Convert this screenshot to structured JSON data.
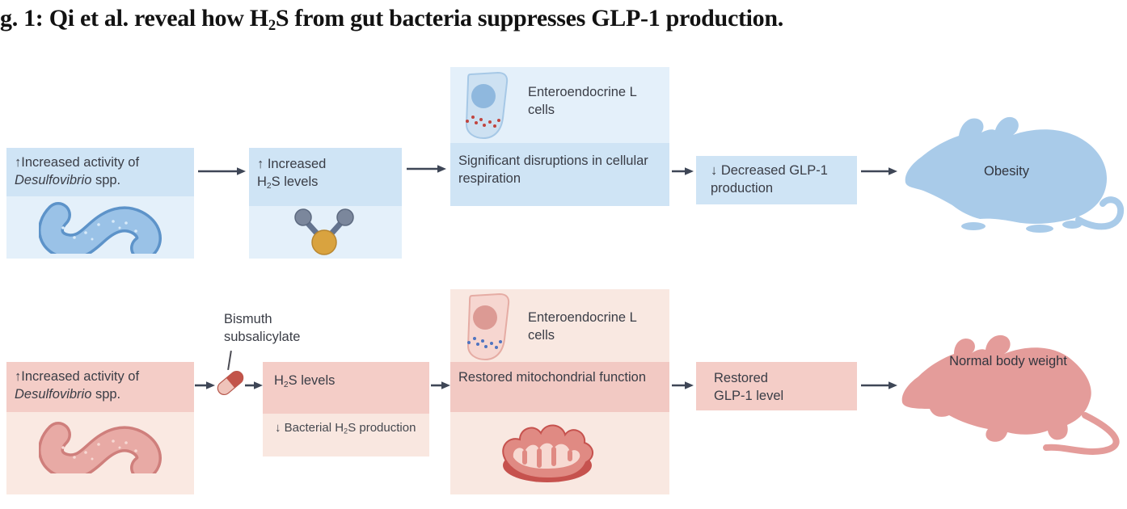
{
  "figure": {
    "title": {
      "pre": "g. 1: Qi et al. reveal how H",
      "sub": "2",
      "post": "S from gut bacteria suppresses GLP-1 production."
    }
  },
  "top_pathway": {
    "theme": "blue",
    "increased_activity": {
      "line1": "↑Increased activity of",
      "species": "Desulfovibrio",
      "species_suffix": " spp."
    },
    "increased_h2s": {
      "line1": "↑ Increased",
      "line2_pre": "H",
      "line2_sub": "2",
      "line2_post": "S levels"
    },
    "l_cell_label": "Enteroendocrine L cells",
    "disruption": "Significant disruptions in cellular respiration",
    "decreased_glp1": "↓ Decreased GLP-1 production",
    "outcome": "Obesity"
  },
  "bottom_pathway": {
    "theme": "pink",
    "increased_activity": {
      "line1": "↑Increased activity of",
      "species": "Desulfovibrio",
      "species_suffix": " spp."
    },
    "pill_label": "Bismuth subsalicylate",
    "h2s_levels": {
      "header_pre": "H",
      "header_sub": "2",
      "header_post": "S levels",
      "note_pre": "↓ Bacterial H",
      "note_sub": "2",
      "note_post": "S production"
    },
    "l_cell_label": "Enteroendocrine L cells",
    "restored_mito": "Restored mitochondrial function",
    "restored_glp1": "Restored GLP-1 level",
    "outcome": "Normal body weight"
  },
  "colors": {
    "blue_band": "#cfe4f5",
    "blue_fill": "#e4f0fa",
    "pink_band": "#f4cdc7",
    "pink_fill": "#f9e8e1",
    "arrow": "#3e4656",
    "text": "#3a3d46",
    "sulfur": "#d9a33f",
    "hydrogen": "#7b879c",
    "blue_mouse": "#a9cbe9",
    "pink_mouse": "#e49c9a"
  }
}
